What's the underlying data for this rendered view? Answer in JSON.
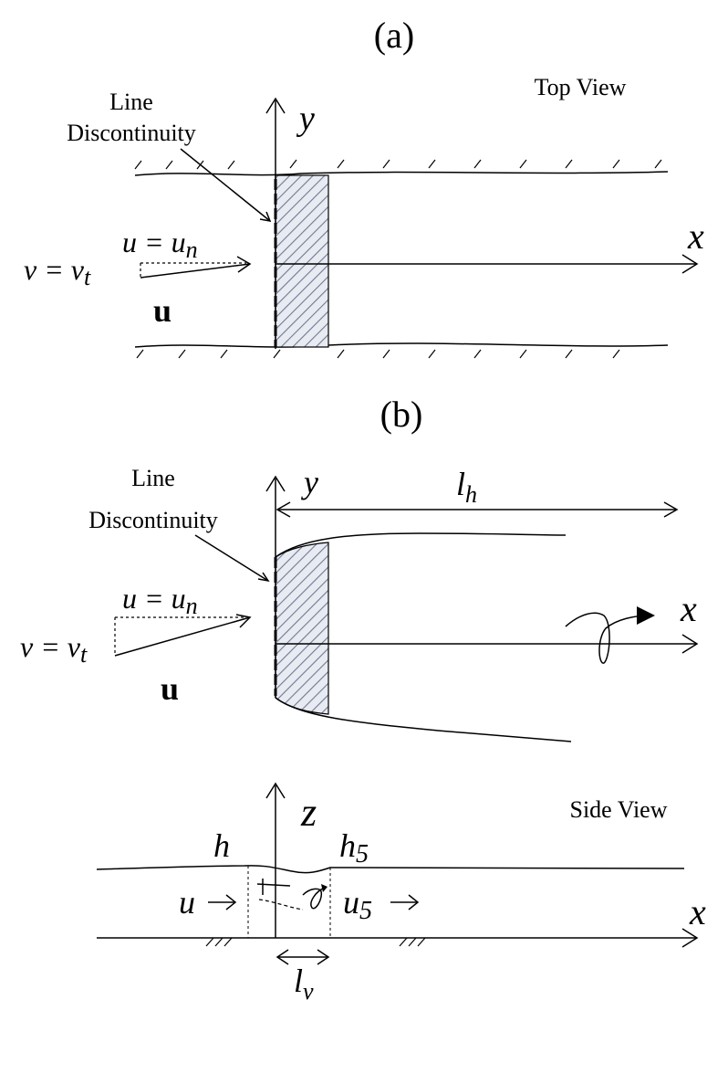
{
  "panel_a": {
    "label": "(a)",
    "view": "Top View",
    "discontinuity": [
      "Line",
      "Discontinuity"
    ],
    "axis_y": "y",
    "axis_x": "x",
    "u_label": "u = u",
    "u_sub": "n",
    "v_label": "v = v",
    "v_sub": "t",
    "vec": "u"
  },
  "panel_b": {
    "label": "(b)",
    "discontinuity": [
      "Line",
      "Discontinuity"
    ],
    "axis_y": "y",
    "axis_x": "x",
    "length": "l",
    "length_sub": "h",
    "u_label": "u = u",
    "u_sub": "n",
    "v_label": "v = v",
    "v_sub": "t",
    "vec": "u"
  },
  "side": {
    "view": "Side View",
    "axis_z": "z",
    "axis_x": "x",
    "h": "h",
    "h5": "h",
    "h5_sub": "5",
    "u": "u",
    "u5": "u",
    "u5_sub": "5",
    "lv": "l",
    "lv_sub": "v"
  },
  "colors": {
    "ink": "#000000",
    "hatch": "#9aa3b5",
    "hatch_bg": "#e8ebf2"
  }
}
